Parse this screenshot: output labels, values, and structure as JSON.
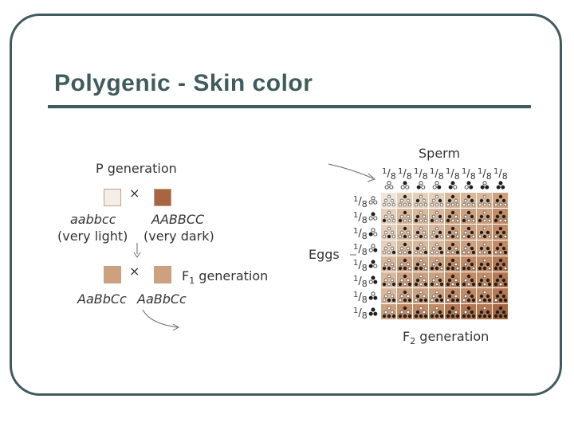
{
  "title": "Polygenic - Skin color",
  "figure": {
    "p_generation_label": "P generation",
    "cross_symbol": "×",
    "parent1": {
      "genotype": "aabbcc",
      "phenotype": "(very light)"
    },
    "parent2": {
      "genotype": "AABBCC",
      "phenotype": "(very dark)"
    },
    "f1_generation_label": "F",
    "f1_subscript": "1",
    "f1_suffix": " generation",
    "f1_genotypes": [
      "AaBbCc",
      "AaBbCc"
    ],
    "sperm_label": "Sperm",
    "eggs_label": "Eggs",
    "f2_generation_label": "F",
    "f2_subscript": "2",
    "f2_suffix": " generation",
    "gamete_fraction_numerator": "1",
    "gamete_fraction_denominator": "8",
    "gametes": [
      [
        0,
        0,
        0
      ],
      [
        1,
        0,
        0
      ],
      [
        0,
        1,
        0
      ],
      [
        0,
        0,
        1
      ],
      [
        1,
        1,
        0
      ],
      [
        1,
        0,
        1
      ],
      [
        0,
        1,
        1
      ],
      [
        1,
        1,
        1
      ]
    ],
    "colors": {
      "theme": "#3f5b5b",
      "shade_0": "#f1e6da",
      "shade_1": "#e6d0ba",
      "shade_2": "#dbb89b",
      "shade_3": "#cfa07d",
      "shade_4": "#c38a63",
      "shade_5": "#b6764f",
      "shade_6": "#a8653f",
      "allele_dark": "#1f1f1f",
      "allele_light": "#ffffff"
    }
  }
}
